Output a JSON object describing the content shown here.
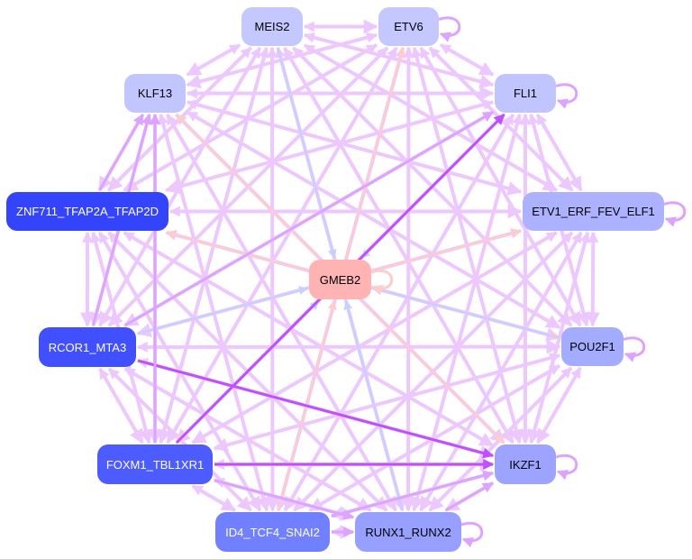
{
  "nodes": [
    {
      "id": "MEIS2",
      "label": "MEIS2",
      "color": "#c4c8ff",
      "text": "#000000"
    },
    {
      "id": "ETV6",
      "label": "ETV6",
      "color": "#c4c8ff",
      "text": "#000000"
    },
    {
      "id": "KLF13",
      "label": "KLF13",
      "color": "#c2c6ff",
      "text": "#000000"
    },
    {
      "id": "FLI1",
      "label": "FLI1",
      "color": "#c0c4ff",
      "text": "#000000"
    },
    {
      "id": "ZNF",
      "label": "ZNF711_TFAP2A_TFAP2D",
      "color": "#3444fa",
      "text": "#ffffff"
    },
    {
      "id": "ETV1",
      "label": "ETV1_ERF_FEV_ELF1",
      "color": "#acb2ff",
      "text": "#000000"
    },
    {
      "id": "GMEB2",
      "label": "GMEB2",
      "color": "#ffb3b3",
      "text": "#000000"
    },
    {
      "id": "RCOR1",
      "label": "RCOR1_MTA3",
      "color": "#4050ff",
      "text": "#ffffff"
    },
    {
      "id": "POU2F1",
      "label": "POU2F1",
      "color": "#a4acff",
      "text": "#000000"
    },
    {
      "id": "FOXM1",
      "label": "FOXM1_TBL1XR1",
      "color": "#4c5cff",
      "text": "#ffffff"
    },
    {
      "id": "IKZF1",
      "label": "IKZF1",
      "color": "#9ca4ff",
      "text": "#000000"
    },
    {
      "id": "ID4",
      "label": "ID4_TCF4_SNAI2",
      "color": "#7080ff",
      "text": "#ffffff"
    },
    {
      "id": "RUNX1",
      "label": "RUNX1_RUNX2",
      "color": "#98a0ff",
      "text": "#000000"
    }
  ],
  "edge_colors": {
    "light": "#ecc8ff",
    "medium": "#dca4ff",
    "strong": "#c050ff",
    "pink": "#ffcccc",
    "blue": "#c8d0ff"
  },
  "edges": [
    [
      "GMEB2",
      "KLF13",
      "pink"
    ],
    [
      "GMEB2",
      "ETV6",
      "pink"
    ],
    [
      "GMEB2",
      "FLI1",
      "pink"
    ],
    [
      "GMEB2",
      "ETV1",
      "pink"
    ],
    [
      "GMEB2",
      "POU2F1",
      "pink"
    ],
    [
      "GMEB2",
      "IKZF1",
      "pink"
    ],
    [
      "GMEB2",
      "ZNF",
      "pink"
    ],
    [
      "GMEB2",
      "FOXM1",
      "pink"
    ],
    [
      "MEIS2",
      "GMEB2",
      "blue"
    ],
    [
      "RCOR1",
      "GMEB2",
      "blue"
    ],
    [
      "ID4",
      "GMEB2",
      "blue"
    ],
    [
      "RUNX1",
      "GMEB2",
      "blue"
    ],
    [
      "FLI1",
      "GMEB2",
      "blue"
    ],
    [
      "POU2F1",
      "GMEB2",
      "blue"
    ],
    [
      "FOXM1",
      "GMEB2",
      "blue"
    ],
    [
      "ID4",
      "GMEB2",
      "pink"
    ],
    [
      "RCOR1",
      "IKZF1",
      "strong"
    ],
    [
      "FOXM1",
      "IKZF1",
      "strong"
    ],
    [
      "FOXM1",
      "FLI1",
      "strong"
    ],
    [
      "ZNF",
      "KLF13",
      "medium"
    ],
    [
      "RCOR1",
      "KLF13",
      "medium"
    ],
    [
      "ID4",
      "RUNX1",
      "medium"
    ],
    [
      "RUNX1",
      "IKZF1",
      "medium"
    ],
    [
      "FOXM1",
      "RUNX1",
      "medium"
    ],
    [
      "RCOR1",
      "FLI1",
      "medium"
    ],
    [
      "ID4",
      "IKZF1",
      "medium"
    ],
    [
      "FOXM1",
      "KLF13",
      "medium"
    ]
  ],
  "self_loops": [
    "ETV6",
    "FLI1",
    "ETV1",
    "POU2F1",
    "IKZF1",
    "RUNX1",
    "GMEB2"
  ]
}
